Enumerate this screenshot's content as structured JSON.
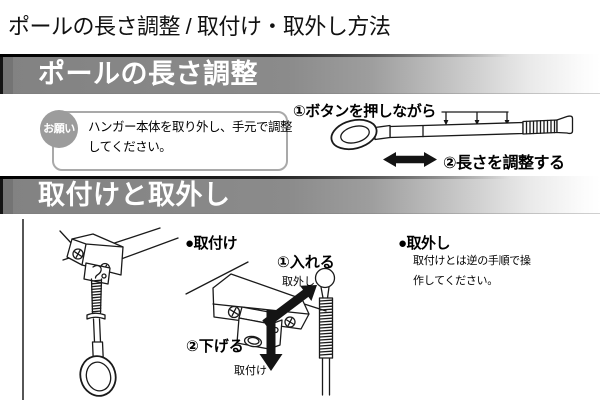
{
  "page": {
    "title": "ポールの長さ調整 / 取付け・取外し方法"
  },
  "colors": {
    "banner_gradient_left": "#828282",
    "banner_gradient_right": "#fbfbfb",
    "banner_text": "#ffffff",
    "badge_gray": "#9c9c9c",
    "line_art": "#1a1a1a"
  },
  "section_length_adjust": {
    "banner_title": "ポールの長さ調整",
    "notice": {
      "badge": "お願い",
      "line1": "ハンガー本体を取り外し、手元で調整",
      "line2": "してください。"
    },
    "step1_label": "①ボタンを押しながら",
    "step2_label": "②長さを調整する"
  },
  "section_attach_detach": {
    "banner_title": "取付けと取外し",
    "attach": {
      "heading": "●取付け",
      "step1_label": "①入れる",
      "step1_direction": "取外し",
      "step2_label": "②下げる",
      "step2_direction": "取付け"
    },
    "detach": {
      "heading": "●取外し",
      "body_line1": "取付けとは逆の手順で操",
      "body_line2": "作してください。"
    }
  }
}
